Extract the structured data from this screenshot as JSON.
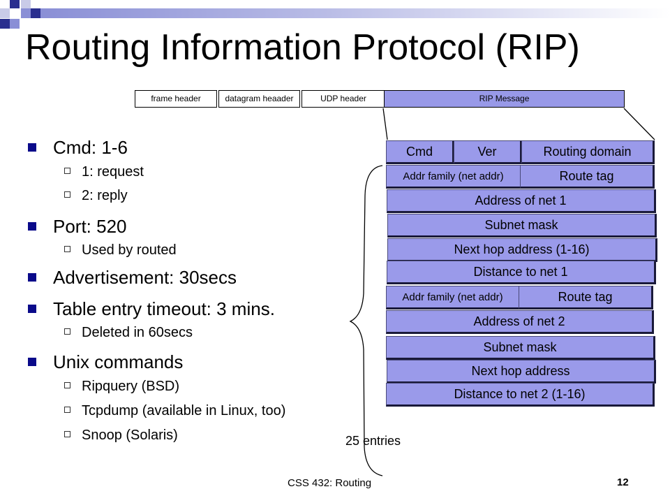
{
  "slide": {
    "title": "Routing Information Protocol (RIP)",
    "footer": "CSS 432: Routing",
    "page_number": "12"
  },
  "packet_headers": [
    "frame header",
    "datagram heaader",
    "UDP header",
    "RIP Message"
  ],
  "bullets": [
    {
      "text": "Cmd: 1-6",
      "sub": [
        "1: request",
        "2: reply"
      ]
    },
    {
      "text": "Port: 520",
      "sub": [
        "Used by routed"
      ]
    },
    {
      "text": "Advertisement: 30secs",
      "sub": []
    },
    {
      "text": "Table entry timeout: 3 mins.",
      "sub": [
        "Deleted in 60secs"
      ]
    },
    {
      "text": "Unix commands",
      "sub": [
        "Ripquery (BSD)",
        "Tcpdump (available in Linux, too)",
        "Snoop (Solaris)"
      ]
    }
  ],
  "rip_fields": {
    "cmd": "Cmd",
    "ver": "Ver",
    "routing_domain": "Routing domain",
    "addr_family_1": "Addr family (net addr)",
    "route_tag_1": "Route tag",
    "address_net_1": "Address of net 1",
    "subnet_mask_1": "Subnet mask",
    "next_hop_1": "Next hop address (1-16)",
    "distance_net_1": "Distance to net 1",
    "addr_family_2": "Addr family (net addr)",
    "route_tag_2": "Route tag",
    "address_net_2": "Address of net 2",
    "subnet_mask_2": "Subnet mask",
    "next_hop_2": "Next hop address",
    "distance_net_2": "Distance to net 2 (1-16)"
  },
  "entries_label": "25 entries",
  "colors": {
    "field_fill": "#9a9aea",
    "bullet": "#0a0a8a",
    "accent_bar": "#8a8fd6"
  }
}
